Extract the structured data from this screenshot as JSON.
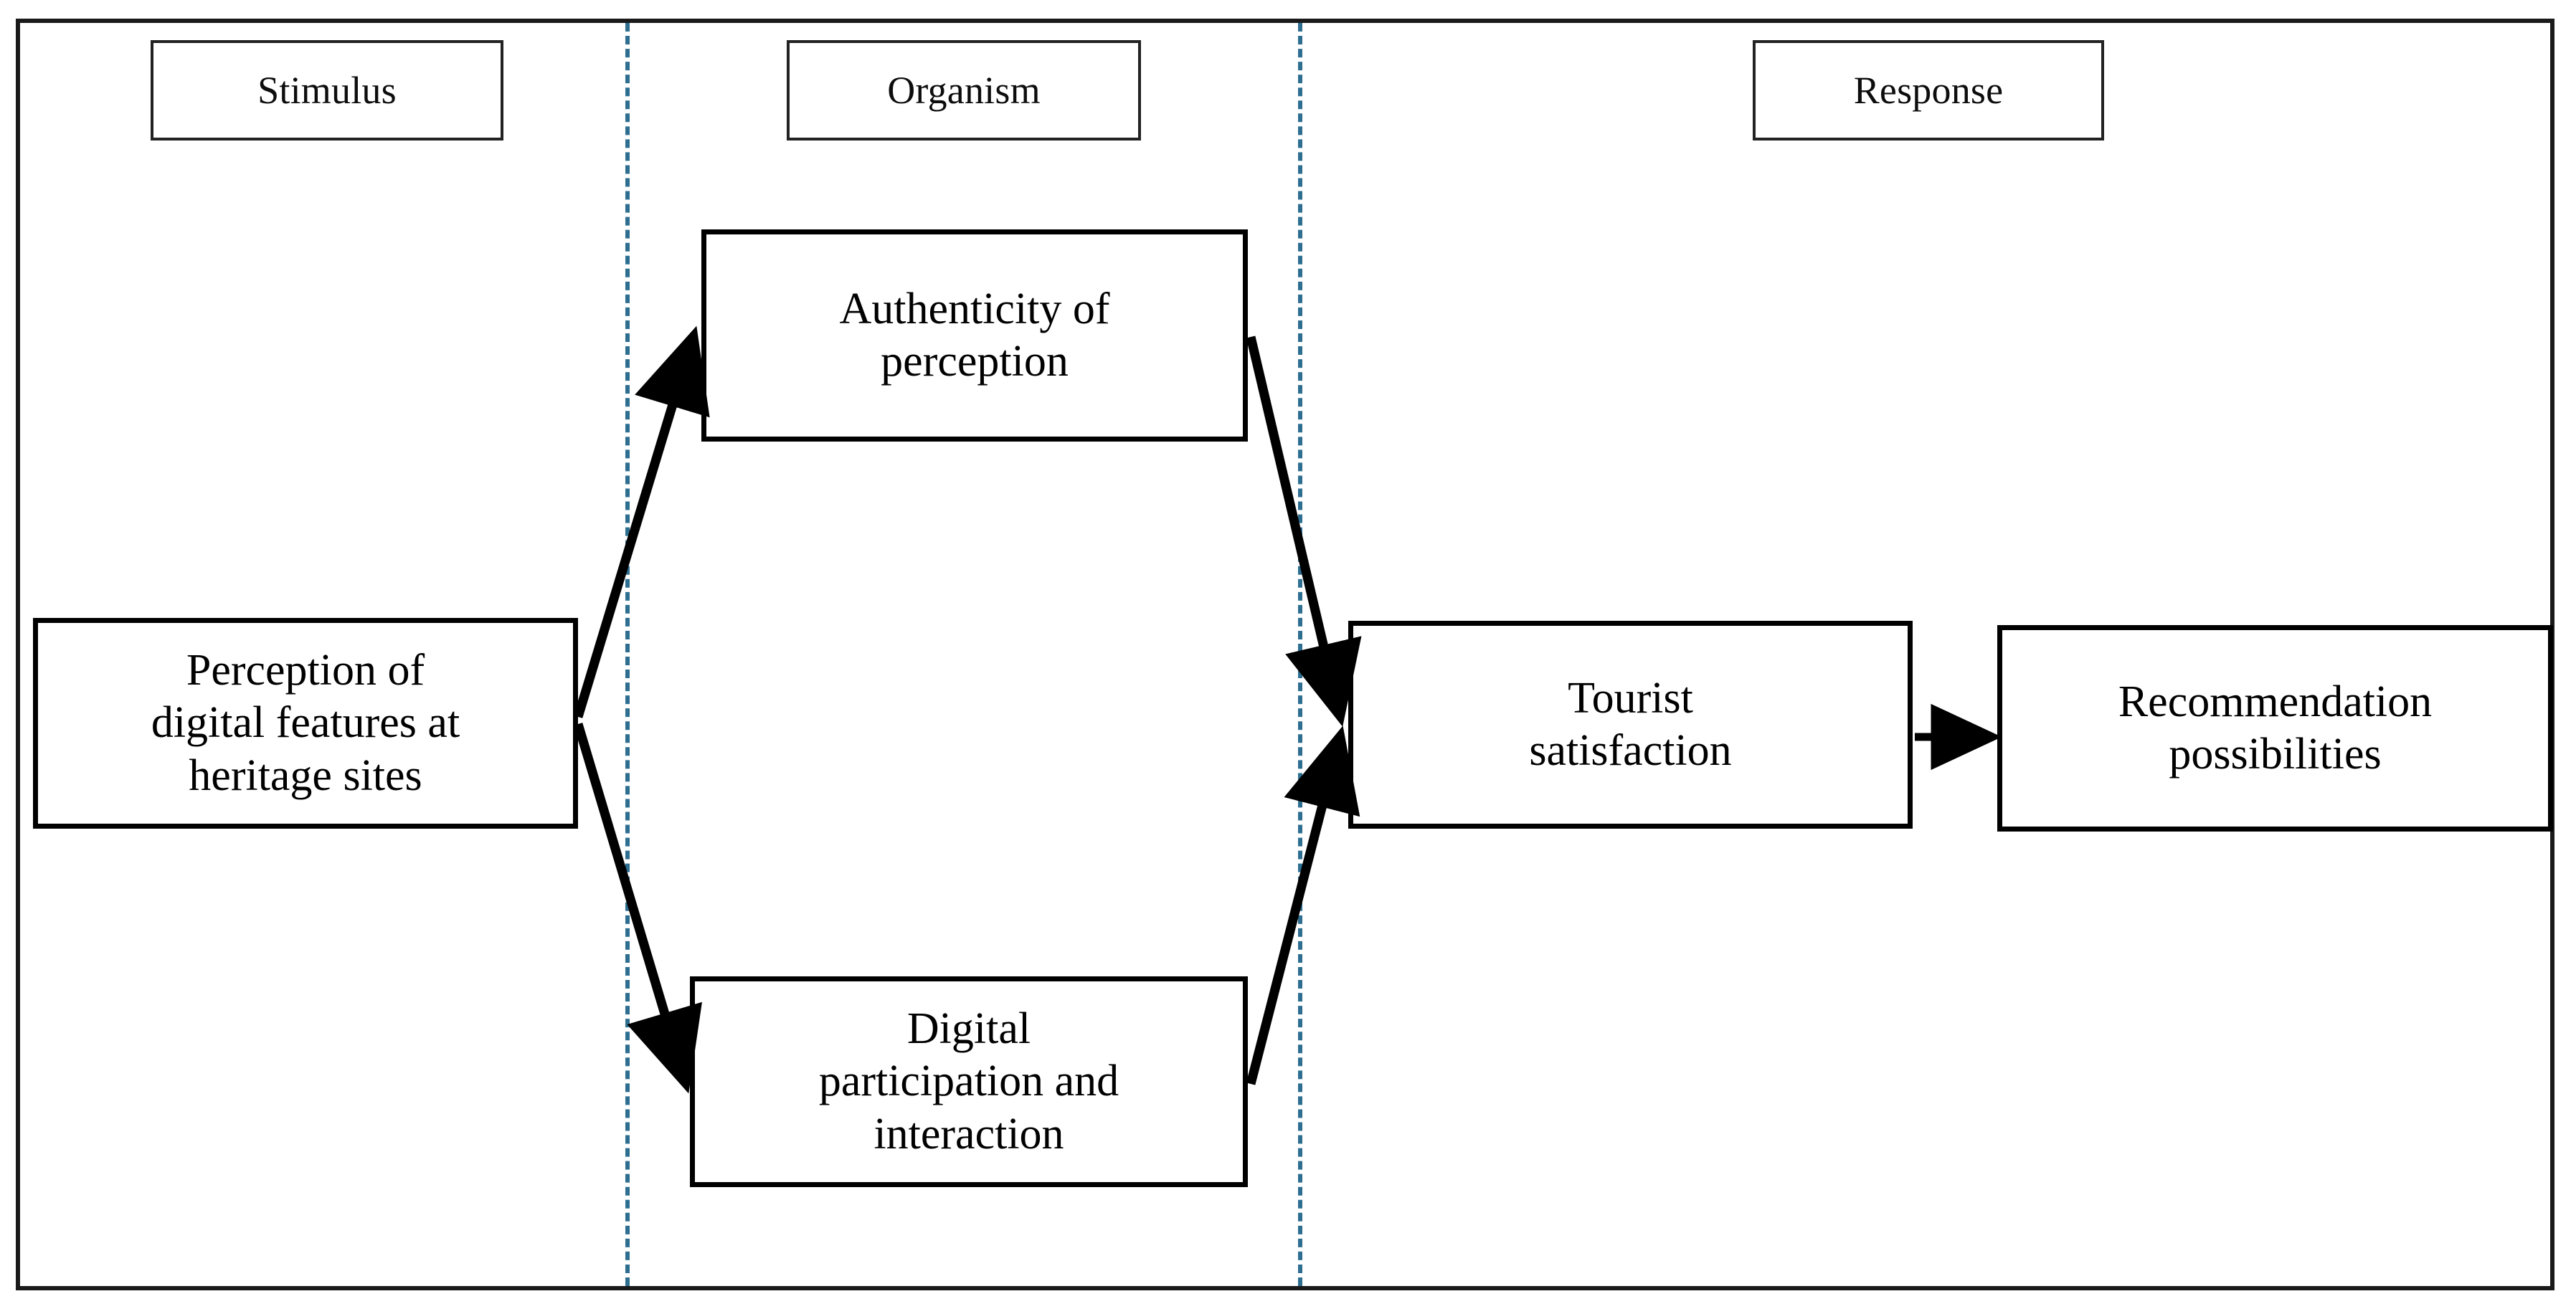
{
  "figure": {
    "type": "conceptual-framework-diagram",
    "model": "Stimulus-Organism-Response (S-O-R)"
  },
  "phases": [
    {
      "id": "stimulus",
      "label": "Stimulus"
    },
    {
      "id": "organism",
      "label": "Organism"
    },
    {
      "id": "response",
      "label": "Response"
    }
  ],
  "nodes": [
    {
      "id": "perception-digital-features",
      "phase": "stimulus",
      "lines": [
        "Perception of",
        "digital features at",
        "heritage sites"
      ]
    },
    {
      "id": "authenticity-of-perception",
      "phase": "organism",
      "lines": [
        "Authenticity of",
        "perception"
      ]
    },
    {
      "id": "digital-participation-and-interaction",
      "phase": "organism",
      "lines": [
        "Digital",
        "participation and",
        "interaction"
      ]
    },
    {
      "id": "tourist-satisfaction",
      "phase": "response",
      "lines": [
        "Tourist",
        "satisfaction"
      ]
    },
    {
      "id": "recommendation-possibilities",
      "phase": "response",
      "lines": [
        "Recommendation",
        "possibilities"
      ]
    }
  ],
  "edges": [
    {
      "from": "perception-digital-features",
      "to": "authenticity-of-perception"
    },
    {
      "from": "perception-digital-features",
      "to": "digital-participation-and-interaction"
    },
    {
      "from": "authenticity-of-perception",
      "to": "tourist-satisfaction"
    },
    {
      "from": "digital-participation-and-interaction",
      "to": "tourist-satisfaction"
    },
    {
      "from": "tourist-satisfaction",
      "to": "recommendation-possibilities"
    }
  ],
  "colors": {
    "frame": "#1a1a1a",
    "divider": "#2e6f91",
    "node_border": "#000000",
    "arrow": "#000000",
    "background": "#ffffff",
    "text": "#000000"
  }
}
